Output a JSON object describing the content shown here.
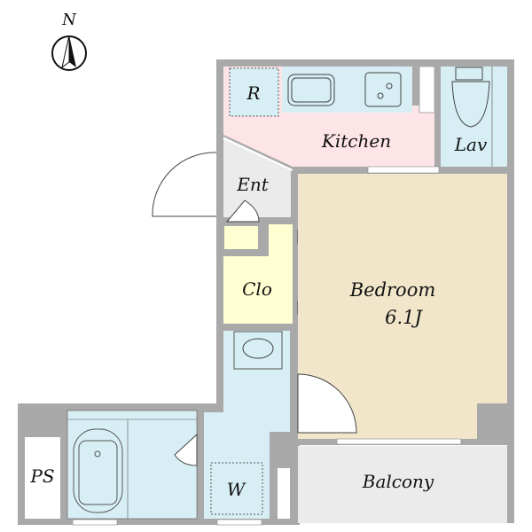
{
  "compass": {
    "label": "N"
  },
  "rooms": {
    "refrigerator": "R",
    "kitchen": "Kitchen",
    "lavatory": "Lav",
    "entrance": "Ent",
    "closet": "Clo",
    "bedroom": "Bedroom",
    "bedroom_size": "6.1J",
    "pipe_space": "PS",
    "washer": "W",
    "balcony": "Balcony"
  },
  "colors": {
    "wall": "#a9a9a9",
    "kitchen": "#fde4e6",
    "wet": "#d7eef4",
    "bedroom": "#f1e6c9",
    "closet": "#ffffd2",
    "entrance": "#ebebeb",
    "balcony": "#ebebeb"
  }
}
